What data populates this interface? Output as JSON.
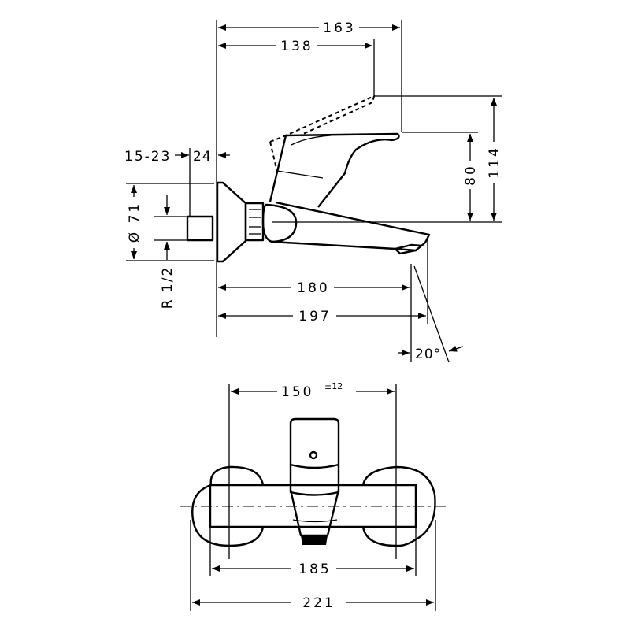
{
  "side_view": {
    "dim_overall_lever_reach": "163",
    "dim_lever_reach": "138",
    "dim_total_height": "114",
    "dim_lever_height": "80",
    "dim_wall_offset_range": "15-23",
    "dim_wall_offset": "24",
    "dim_rosette_diameter": "Ø 71",
    "dim_thread": "R 1/2",
    "dim_spout_length": "180",
    "dim_spout_total": "197",
    "dim_spout_angle": "20°"
  },
  "front_view": {
    "dim_centers": "150",
    "dim_centers_tolerance": "±12",
    "dim_body_width": "185",
    "dim_overall_width": "221"
  }
}
